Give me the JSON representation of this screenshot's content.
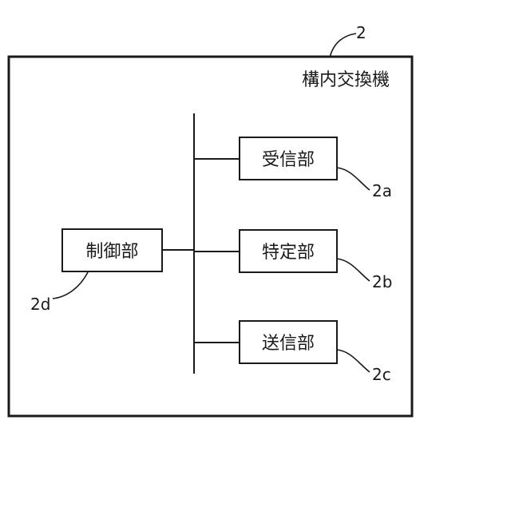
{
  "diagram": {
    "outer": {
      "title": "構内交換機",
      "ref": "2"
    },
    "control": {
      "label": "制御部",
      "ref": "2d"
    },
    "units": [
      {
        "label": "受信部",
        "ref": "2a"
      },
      {
        "label": "特定部",
        "ref": "2b"
      },
      {
        "label": "送信部",
        "ref": "2c"
      }
    ]
  }
}
